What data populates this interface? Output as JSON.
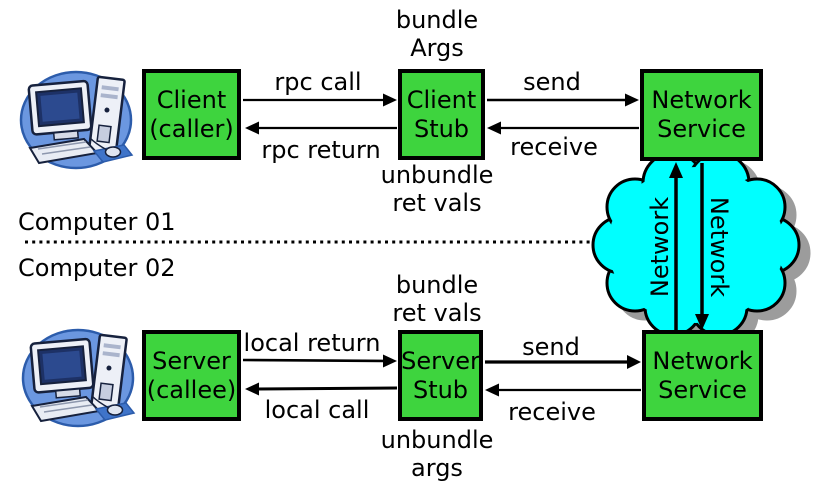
{
  "computers": {
    "computer1_label": "Computer 01",
    "computer2_label": "Computer 02"
  },
  "boxes": {
    "client": {
      "line1": "Client",
      "line2": "(caller)"
    },
    "client_stub": {
      "line1": "Client",
      "line2": "Stub"
    },
    "network_service_top": {
      "line1": "Network",
      "line2": "Service"
    },
    "server": {
      "line1": "Server",
      "line2": "(callee)"
    },
    "server_stub": {
      "line1": "Server",
      "line2": "Stub"
    },
    "network_service_bottom": {
      "line1": "Network",
      "line2": "Service"
    }
  },
  "stub_annotations": {
    "client_stub_above": {
      "line1": "bundle",
      "line2": "Args"
    },
    "client_stub_below": {
      "line1": "unbundle",
      "line2": "ret vals"
    },
    "server_stub_above": {
      "line1": "bundle",
      "line2": "ret vals"
    },
    "server_stub_below": {
      "line1": "unbundle",
      "line2": "args"
    }
  },
  "arrow_labels": {
    "rpc_call": "rpc call",
    "rpc_return": "rpc return",
    "send_top": "send",
    "receive_top": "receive",
    "local_return": "local return",
    "local_call": "local call",
    "send_bottom": "send",
    "receive_bottom": "receive"
  },
  "cloud": {
    "label_left": "Network",
    "label_right": "Network"
  },
  "colors": {
    "box_green": "#3ed43e",
    "cloud_cyan": "#00ffff",
    "shadow_gray": "#9c9c9c",
    "ink_black": "#000000",
    "computer_blue": "#6b97e0"
  }
}
